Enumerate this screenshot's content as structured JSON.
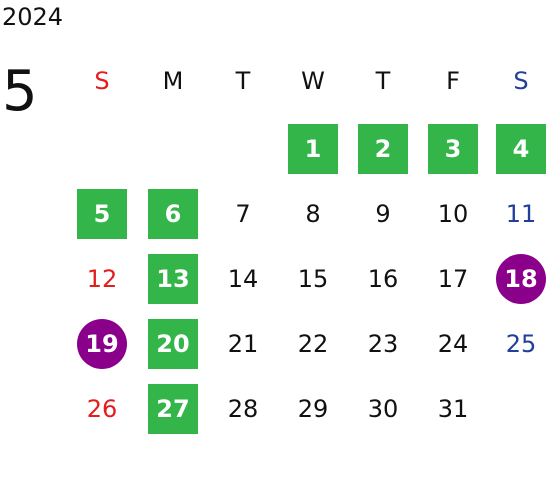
{
  "calendar": {
    "year": "2024",
    "month": "5",
    "colors": {
      "default": "#111111",
      "sunday": "#e31c1c",
      "saturday": "#1f3f9a",
      "holiday_green": "#33b54a",
      "holiday_purple": "#8a008a"
    },
    "weekdays": [
      {
        "label": "S",
        "kind": "sunday"
      },
      {
        "label": "M",
        "kind": "default"
      },
      {
        "label": "T",
        "kind": "default"
      },
      {
        "label": "W",
        "kind": "default"
      },
      {
        "label": "T",
        "kind": "default"
      },
      {
        "label": "F",
        "kind": "default"
      },
      {
        "label": "S",
        "kind": "saturday"
      }
    ],
    "days": [
      {
        "label": "1",
        "week": 0,
        "day": 3,
        "style": "green"
      },
      {
        "label": "2",
        "week": 0,
        "day": 4,
        "style": "green"
      },
      {
        "label": "3",
        "week": 0,
        "day": 5,
        "style": "green"
      },
      {
        "label": "4",
        "week": 0,
        "day": 6,
        "style": "green"
      },
      {
        "label": "5",
        "week": 1,
        "day": 0,
        "style": "green"
      },
      {
        "label": "6",
        "week": 1,
        "day": 1,
        "style": "green"
      },
      {
        "label": "7",
        "week": 1,
        "day": 2,
        "style": "default"
      },
      {
        "label": "8",
        "week": 1,
        "day": 3,
        "style": "default"
      },
      {
        "label": "9",
        "week": 1,
        "day": 4,
        "style": "default"
      },
      {
        "label": "10",
        "week": 1,
        "day": 5,
        "style": "default"
      },
      {
        "label": "11",
        "week": 1,
        "day": 6,
        "style": "saturday"
      },
      {
        "label": "12",
        "week": 2,
        "day": 0,
        "style": "sunday"
      },
      {
        "label": "13",
        "week": 2,
        "day": 1,
        "style": "green"
      },
      {
        "label": "14",
        "week": 2,
        "day": 2,
        "style": "default"
      },
      {
        "label": "15",
        "week": 2,
        "day": 3,
        "style": "default"
      },
      {
        "label": "16",
        "week": 2,
        "day": 4,
        "style": "default"
      },
      {
        "label": "17",
        "week": 2,
        "day": 5,
        "style": "default"
      },
      {
        "label": "18",
        "week": 2,
        "day": 6,
        "style": "purple"
      },
      {
        "label": "19",
        "week": 3,
        "day": 0,
        "style": "purple"
      },
      {
        "label": "20",
        "week": 3,
        "day": 1,
        "style": "green"
      },
      {
        "label": "21",
        "week": 3,
        "day": 2,
        "style": "default"
      },
      {
        "label": "22",
        "week": 3,
        "day": 3,
        "style": "default"
      },
      {
        "label": "23",
        "week": 3,
        "day": 4,
        "style": "default"
      },
      {
        "label": "24",
        "week": 3,
        "day": 5,
        "style": "default"
      },
      {
        "label": "25",
        "week": 3,
        "day": 6,
        "style": "saturday"
      },
      {
        "label": "26",
        "week": 4,
        "day": 0,
        "style": "sunday"
      },
      {
        "label": "27",
        "week": 4,
        "day": 1,
        "style": "green"
      },
      {
        "label": "28",
        "week": 4,
        "day": 2,
        "style": "default"
      },
      {
        "label": "29",
        "week": 4,
        "day": 3,
        "style": "default"
      },
      {
        "label": "30",
        "week": 4,
        "day": 4,
        "style": "default"
      },
      {
        "label": "31",
        "week": 4,
        "day": 5,
        "style": "default"
      }
    ]
  }
}
